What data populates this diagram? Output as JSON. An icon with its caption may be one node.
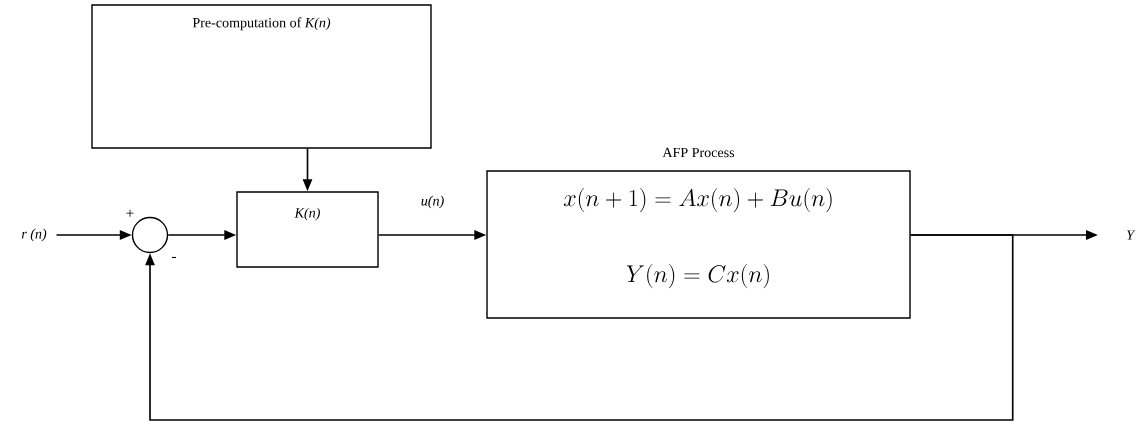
{
  "diagram": {
    "nodes": [
      {
        "text": [
          "Pre-computation of *K(n)*"
        ]
      },
      {
        "text": [
          "r (n)"
        ]
      },
      {
        "text": [],
        "shape": "circle"
      },
      {
        "text": [
          "K(n)"
        ]
      },
      {
        "text": [
          "AFP Process",
          "x(n + 1) = Ax(n) + Bu(n)",
          "Y(n) = Cx(n)"
        ]
      },
      {
        "text": [
          "Y"
        ]
      }
    ],
    "edges": [
      {
        "from": 1,
        "to": 2,
        "arrow": "to"
      },
      {
        "from": 2,
        "to": 3,
        "arrow": "to"
      },
      {
        "from": 0,
        "to": 3,
        "arrow": "to"
      },
      {
        "from": 3,
        "to": 4,
        "arrow": "to",
        "label": "u(n)"
      },
      {
        "from": 4,
        "to": 5,
        "arrow": "to"
      },
      {
        "from": 4,
        "to": 2,
        "arrow": "to"
      }
    ],
    "labels": [
      "+",
      "-"
    ]
  }
}
